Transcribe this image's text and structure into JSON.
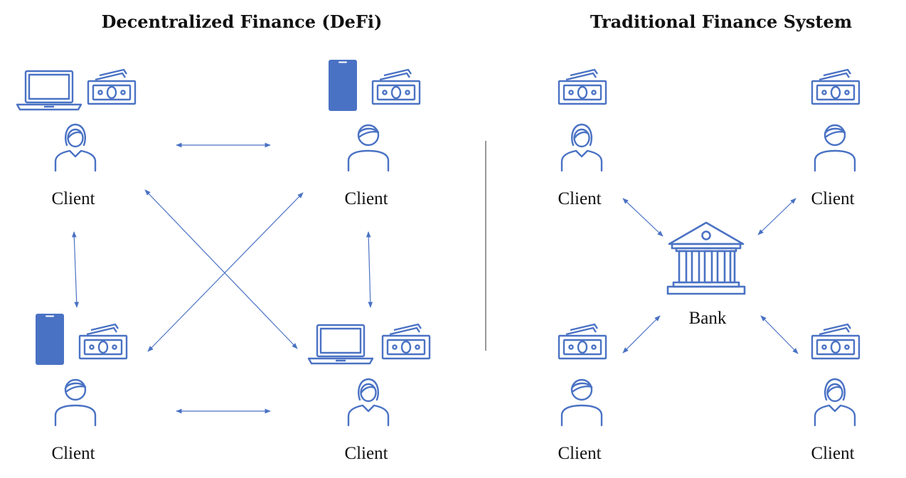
{
  "defi": {
    "title": "Decentralized Finance (DeFi)",
    "clients": [
      {
        "label": "Client",
        "device": "laptop-icon",
        "person": "woman-icon"
      },
      {
        "label": "Client",
        "device": "phone-icon",
        "person": "man-icon"
      },
      {
        "label": "Client",
        "device": "phone-icon",
        "person": "man-icon"
      },
      {
        "label": "Client",
        "device": "laptop-icon",
        "person": "woman-icon"
      }
    ]
  },
  "traditional": {
    "title": "Traditional Finance System",
    "bank_label": "Bank",
    "clients": [
      {
        "label": "Client",
        "person": "woman-icon"
      },
      {
        "label": "Client",
        "person": "man-icon"
      },
      {
        "label": "Client",
        "person": "man-icon"
      },
      {
        "label": "Client",
        "person": "woman-icon"
      }
    ]
  },
  "colors": {
    "accent": "#4a72c4",
    "icon_fill": "#4a72c4",
    "arrow": "#4a72c4",
    "divider": "#777777",
    "text": "#111111"
  }
}
